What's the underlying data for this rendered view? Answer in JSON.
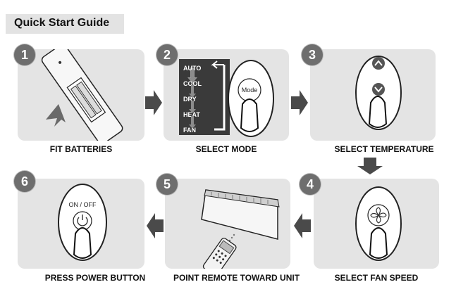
{
  "title": "Quick Start Guide",
  "steps": [
    {
      "number": "1",
      "caption": "FIT BATTERIES"
    },
    {
      "number": "2",
      "caption": "SELECT MODE"
    },
    {
      "number": "3",
      "caption": "SELECT TEMPERATURE"
    },
    {
      "number": "4",
      "caption": "SELECT FAN SPEED"
    },
    {
      "number": "5",
      "caption": "POINT REMOTE TOWARD UNIT"
    },
    {
      "number": "6",
      "caption": "PRESS POWER BUTTON"
    }
  ],
  "modes": [
    "AUTO",
    "COOL",
    "DRY",
    "HEAT",
    "FAN"
  ],
  "mode_button_label": "Mode",
  "power_label": "ON / OFF",
  "colors": {
    "panel": "#e4e4e4",
    "badge": "#6e6e6e",
    "arrow": "#4a4a4a",
    "mode_panel": "#3a3a3a"
  }
}
